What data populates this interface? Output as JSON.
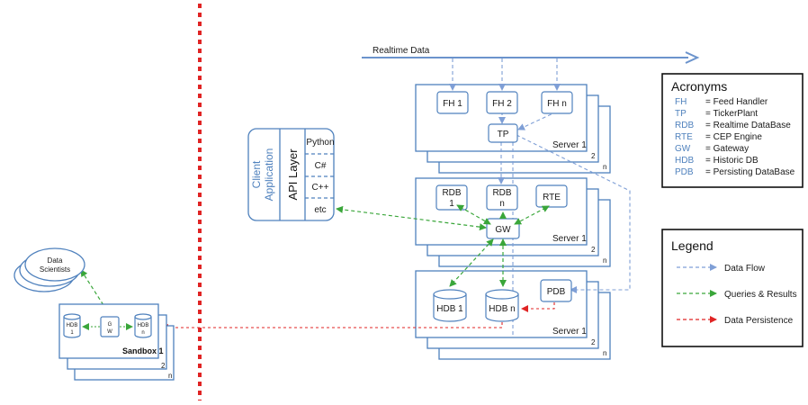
{
  "realtime_data": "Realtime Data",
  "server_label": "Server 1",
  "stack_2": "2",
  "stack_n": "n",
  "fh": [
    "FH 1",
    "FH 2",
    "FH n"
  ],
  "tp": "TP",
  "rdb1": [
    "RDB",
    "1"
  ],
  "rdbn": [
    "RDB",
    "n"
  ],
  "rte": "RTE",
  "gw": "GW",
  "hdb1": "HDB 1",
  "hdbn": "HDB n",
  "pdb": "PDB",
  "client": {
    "client_line1": "Client",
    "client_line2": "Application",
    "api_layer": "API Layer",
    "languages": [
      "Python",
      "C#",
      "C++",
      "etc"
    ]
  },
  "sandbox": {
    "data_scientists": [
      "Data",
      "Scientists"
    ],
    "hdb_small_1": [
      "HDB",
      "1"
    ],
    "gw_small": [
      "G",
      "W"
    ],
    "hdb_small_n": [
      "HDB",
      "n"
    ],
    "label": "Sandbox 1",
    "stack_2": "2",
    "stack_n": "n"
  },
  "acronyms": {
    "title": "Acronyms",
    "items": [
      {
        "k": "FH",
        "v": "= Feed Handler"
      },
      {
        "k": "TP",
        "v": "= TickerPlant"
      },
      {
        "k": "RDB",
        "v": "= Realtime DataBase"
      },
      {
        "k": "RTE",
        "v": "= CEP Engine"
      },
      {
        "k": "GW",
        "v": "= Gateway"
      },
      {
        "k": "HDB",
        "v": "= Historic DB"
      },
      {
        "k": "PDB",
        "v": "= Persisting DataBase"
      }
    ]
  },
  "legend": {
    "title": "Legend",
    "items": [
      {
        "label": "Data Flow",
        "color": "#7f9fd6"
      },
      {
        "label": "Queries & Results",
        "color": "#3aa63a"
      },
      {
        "label": "Data Persistence",
        "color": "#e02424"
      }
    ]
  },
  "colors": {
    "box_stroke": "#4f81bd",
    "client_text": "#4f81bd",
    "divider": "#e02424",
    "data_flow": "#7f9fd6",
    "queries": "#3aa63a",
    "persistence": "#e02424"
  }
}
